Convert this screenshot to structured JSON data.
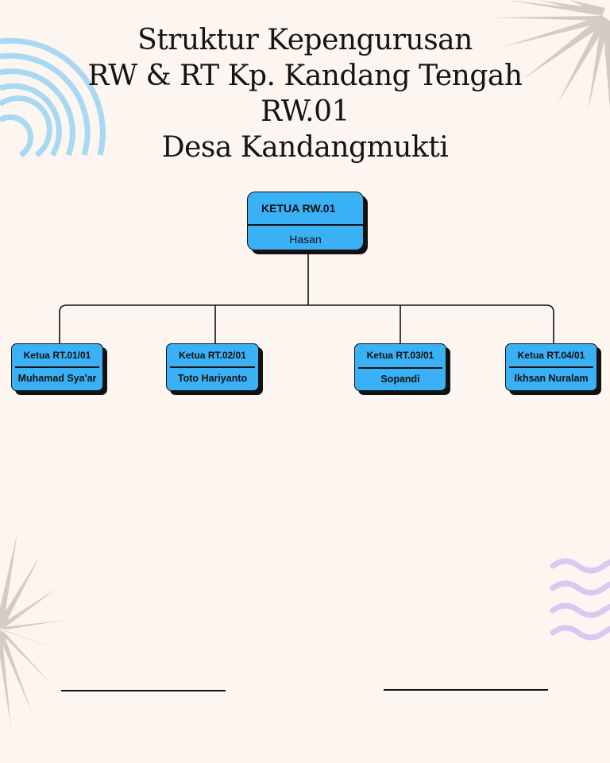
{
  "title_lines": [
    "Struktur Kepengurusan",
    "RW & RT Kp. Kandang Tengah",
    "RW.01",
    "Desa Kandangmukti"
  ],
  "rw": {
    "role": "KETUA RW.01",
    "name": "Hasan"
  },
  "rt": [
    {
      "role": "Ketua RT.01/01",
      "name": "Muhamad Sya'ar"
    },
    {
      "role": "Ketua RT.02/01",
      "name": "Toto Hariyanto"
    },
    {
      "role": "Ketua RT.03/01",
      "name": "Sopandi"
    },
    {
      "role": "Ketua RT.04/01",
      "name": "Ikhsan Nuralam"
    }
  ],
  "colors": {
    "background": "#fdf5f0",
    "box_fill": "#3ab0f5",
    "outline": "#111111",
    "arc_blue": "#a9d8f2",
    "wave_lavender": "#d9c8f2",
    "burst_grey": "#d3cbc5"
  },
  "decorations": [
    "concentric-arcs-icon",
    "starburst-icon",
    "wave-lines-icon"
  ]
}
